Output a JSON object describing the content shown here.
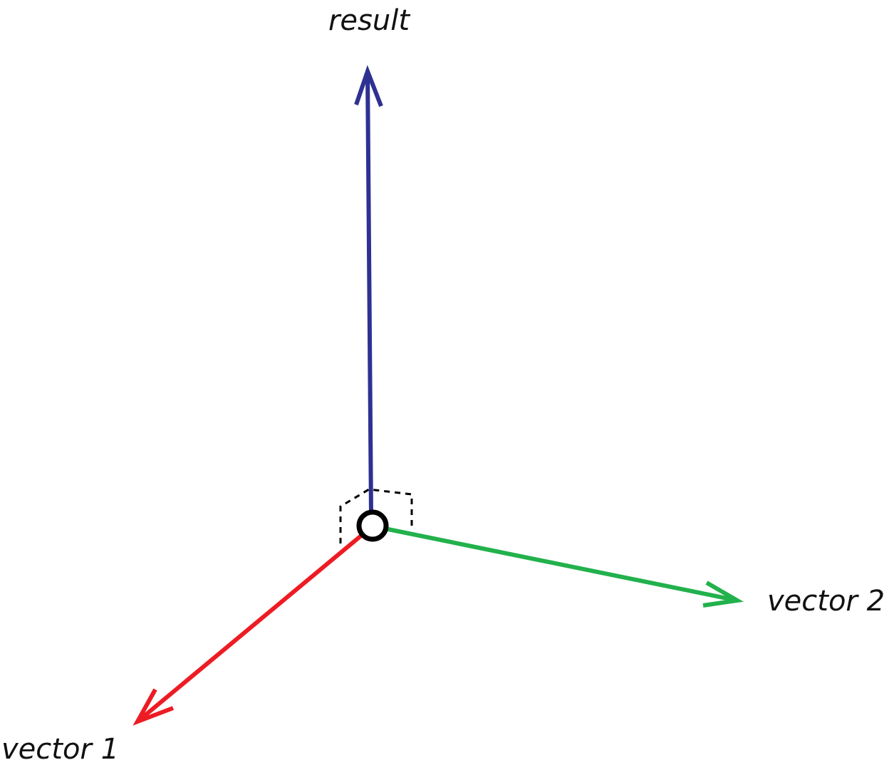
{
  "labels": {
    "result": "result",
    "vector_1": "vector 1",
    "vector_2": "vector 2"
  },
  "colors": {
    "result": "#2e3192",
    "vector_1": "#ed1c24",
    "vector_2": "#22b14c",
    "origin": "#000000",
    "right_angle_marker": "#000000"
  },
  "icons": {
    "origin": "origin-circle",
    "right_angle": "right-angle-marker"
  }
}
